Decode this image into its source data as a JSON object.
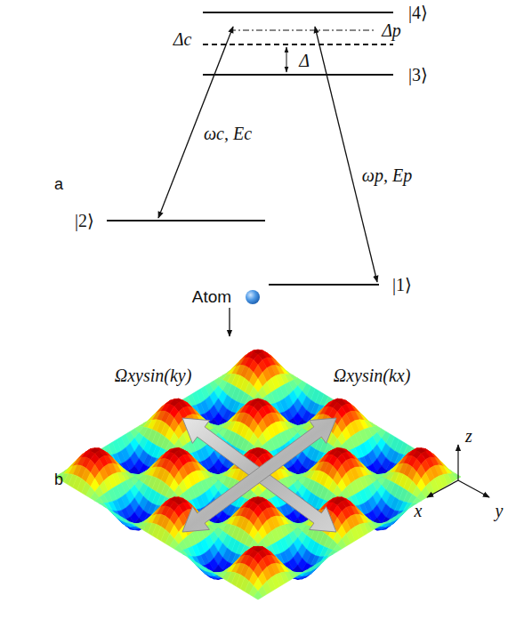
{
  "diagram": {
    "labels": [
      "|4⟩",
      "Δp",
      "Δc",
      "Δ",
      "|3⟩",
      "a",
      "ωc, Ec",
      "ωp, Ep",
      "|2⟩",
      "|1⟩",
      "Atom",
      "Ωxysin(ky)",
      "Ωxysin(kx)",
      "b",
      "z",
      "x",
      "y"
    ]
  }
}
